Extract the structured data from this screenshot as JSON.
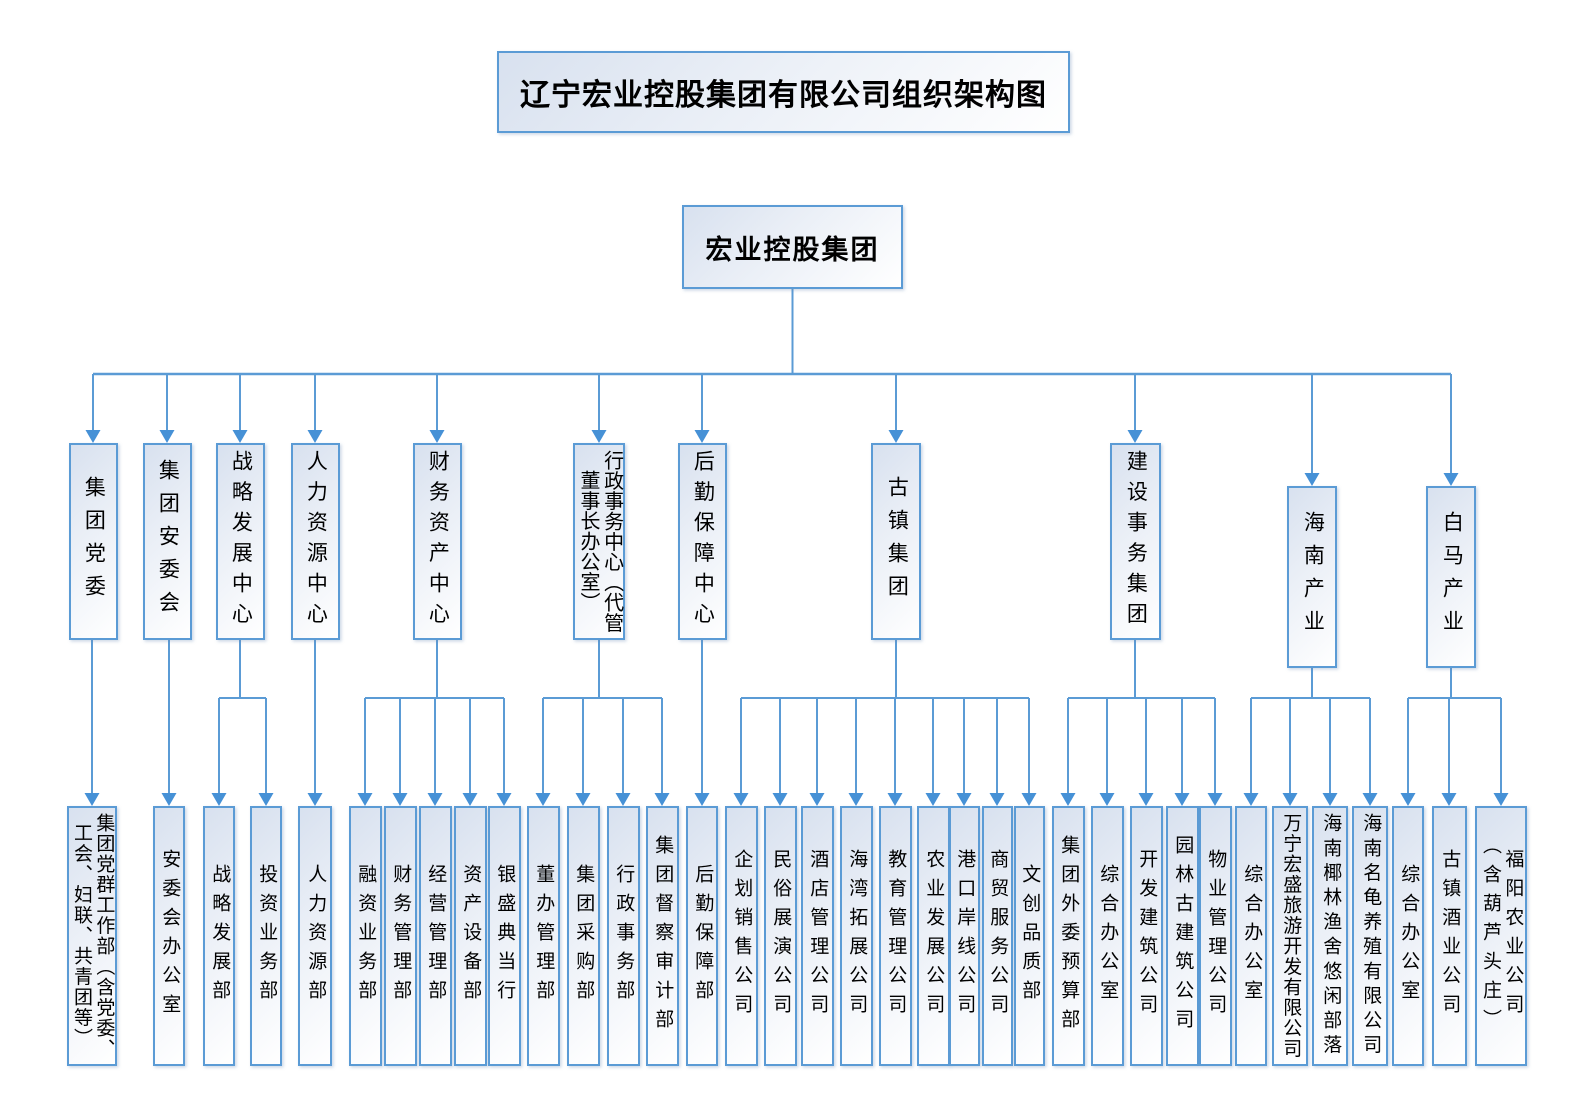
{
  "title": "辽宁宏业控股集团有限公司组织架构图",
  "root_label": "宏业控股集团",
  "colors": {
    "line": "#5b9bd5",
    "arrow": "#4691d6",
    "box_border": "#5b9bd5",
    "box_fill_top": "#d8e1ef"
  },
  "branches": [
    {
      "label": "集团党委",
      "children": [
        {
          "label": "集团党群工作部（含党委、\n工会、妇联、共青团等）"
        }
      ]
    },
    {
      "label": "集团安委会",
      "children": [
        {
          "label": "安委会办公室"
        }
      ]
    },
    {
      "label": "战略发展中心",
      "children": [
        {
          "label": "战略发展部"
        },
        {
          "label": "投资业务部"
        }
      ]
    },
    {
      "label": "人力资源中心",
      "children": [
        {
          "label": "人力资源部"
        }
      ]
    },
    {
      "label": "财务资产中心",
      "children": [
        {
          "label": "融资业务部"
        },
        {
          "label": "财务管理部"
        },
        {
          "label": "经营管理部"
        },
        {
          "label": "资产设备部"
        },
        {
          "label": "银盛典当行"
        }
      ]
    },
    {
      "label": "行政事务中心（代管\n董事长办公室）",
      "children": [
        {
          "label": "董办管理部"
        },
        {
          "label": "集团采购部"
        },
        {
          "label": "行政事务部"
        },
        {
          "label": "集团督察审计部"
        }
      ]
    },
    {
      "label": "后勤保障中心",
      "children": [
        {
          "label": "后勤保障部"
        }
      ]
    },
    {
      "label": "古镇集团",
      "children": [
        {
          "label": "企划销售公司"
        },
        {
          "label": "民俗展演公司"
        },
        {
          "label": "酒店管理公司"
        },
        {
          "label": "海湾拓展公司"
        },
        {
          "label": "教育管理公司"
        },
        {
          "label": "农业发展公司"
        },
        {
          "label": "港口岸线公司"
        },
        {
          "label": "商贸服务公司"
        },
        {
          "label": "文创品质部"
        }
      ]
    },
    {
      "label": "建设事务集团",
      "children": [
        {
          "label": "集团外委预算部"
        },
        {
          "label": "综合办公室"
        },
        {
          "label": "开发建筑公司"
        },
        {
          "label": "园林古建筑公司"
        },
        {
          "label": "物业管理公司"
        }
      ]
    },
    {
      "label": "海南产业",
      "children": [
        {
          "label": "综合办公室"
        },
        {
          "label": "万宁宏盛旅游开发有限公司"
        },
        {
          "label": "海南椰林渔舍悠闲部落"
        },
        {
          "label": "海南名龟养殖有限公司"
        }
      ]
    },
    {
      "label": "白马产业",
      "children": [
        {
          "label": "综合办公室"
        },
        {
          "label": "古镇酒业公司"
        },
        {
          "label": "福阳农业公司\n（含葫芦头庄）"
        }
      ]
    }
  ]
}
